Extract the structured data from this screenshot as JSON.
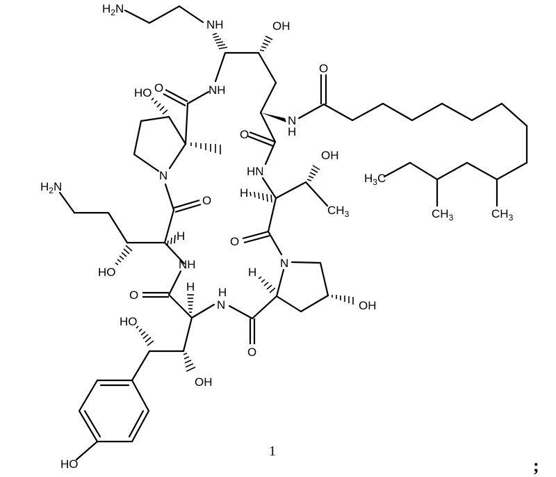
{
  "figure": {
    "type": "chemical-structure",
    "compound_label": "1",
    "trailing_punctuation": ";",
    "colors": {
      "ink": "#000000",
      "background": "#ffffff"
    }
  },
  "labels": {
    "h2n_top": "H2N",
    "nh_top": "NH",
    "oh_top": "OH",
    "nh_amide_top": "NH",
    "o_amide_top": "O",
    "ho_pyrrolidine": "HO",
    "n_pyrrolidine1": "N",
    "o_lipid": "O",
    "nh_lipid": "N",
    "nh_lipid_h": "H",
    "o_mid": "O",
    "hn_thr": "HN",
    "oh_thr": "OH",
    "h_thr": "H",
    "ch3_thr": "CH3",
    "h3c_tail": "H3C",
    "ch3_tail1": "CH3",
    "ch3_tail2": "CH3",
    "h2n_left": "H2N",
    "o_left1": "O",
    "h_left": "H",
    "ho_left": "HO",
    "nh_left": "NH",
    "o_thr_carbonyl": "O",
    "n_pyrrolidine2": "N",
    "h_pro": "H",
    "oh_pro": "OH",
    "o_left2": "O",
    "h_left2": "H",
    "nh_bottom": "N",
    "nh_bottom_h": "H",
    "o_bottom": "O",
    "ho_diol": "HO",
    "oh_diol": "OH",
    "ho_phenol": "HO"
  }
}
